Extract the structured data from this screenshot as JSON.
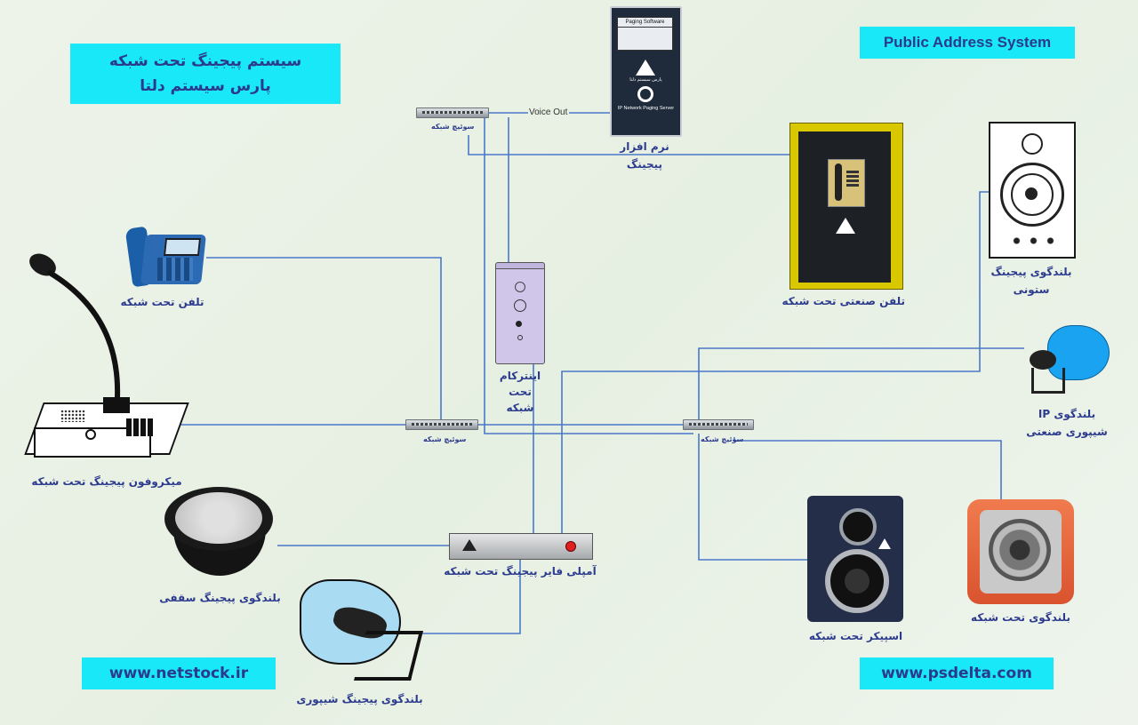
{
  "title_banner": {
    "line1": "سیستم پیجینگ تحت شبکه",
    "line2": "پارس سیستم دلتا"
  },
  "pa_banner": "Public Address System",
  "footer_left": "www.netstock.ir",
  "footer_right": "www.psdelta.com",
  "server": {
    "screen_text": "Paging Software",
    "bottom_text": "IP Network Paging Server",
    "brand_small": "پارس سیستم دلتا",
    "label_line1": "نرم افزار",
    "label_line2": "پیجینگ"
  },
  "voice_out": "Voice Out",
  "switch_label": "سوئیچ شبکه",
  "devices": {
    "ip_phone": "تلفن تحت شبکه",
    "industrial_phone": "تلفن صنعتی تحت شبکه",
    "column_speaker_line1": "بلندگوی پیجینگ",
    "column_speaker_line2": "ستونی",
    "intercom_line1": "اینترکام",
    "intercom_line2": "تحت",
    "intercom_line3": "شبکه",
    "ip_horn_line1": "بلندگوی IP",
    "ip_horn_line2": "شیپوری صنعتی",
    "paging_mic": "میکروفون پیجینگ تحت شبکه",
    "amplifier": "آمپلی فایر پیجینگ تحت شبکه",
    "ceiling_speaker": "بلندگوی پیجینگ سقفی",
    "horn_speaker": "بلندگوی پیجینگ شیپوری",
    "network_speaker": "اسپیکر تحت شبکه",
    "network_loudspeaker": "بلندگوی تحت شبکه"
  },
  "colors": {
    "banner_bg": "#19e8f8",
    "banner_text": "#2b3a8c",
    "wire": "#4a78c8",
    "label_text": "#2d3b8e"
  }
}
